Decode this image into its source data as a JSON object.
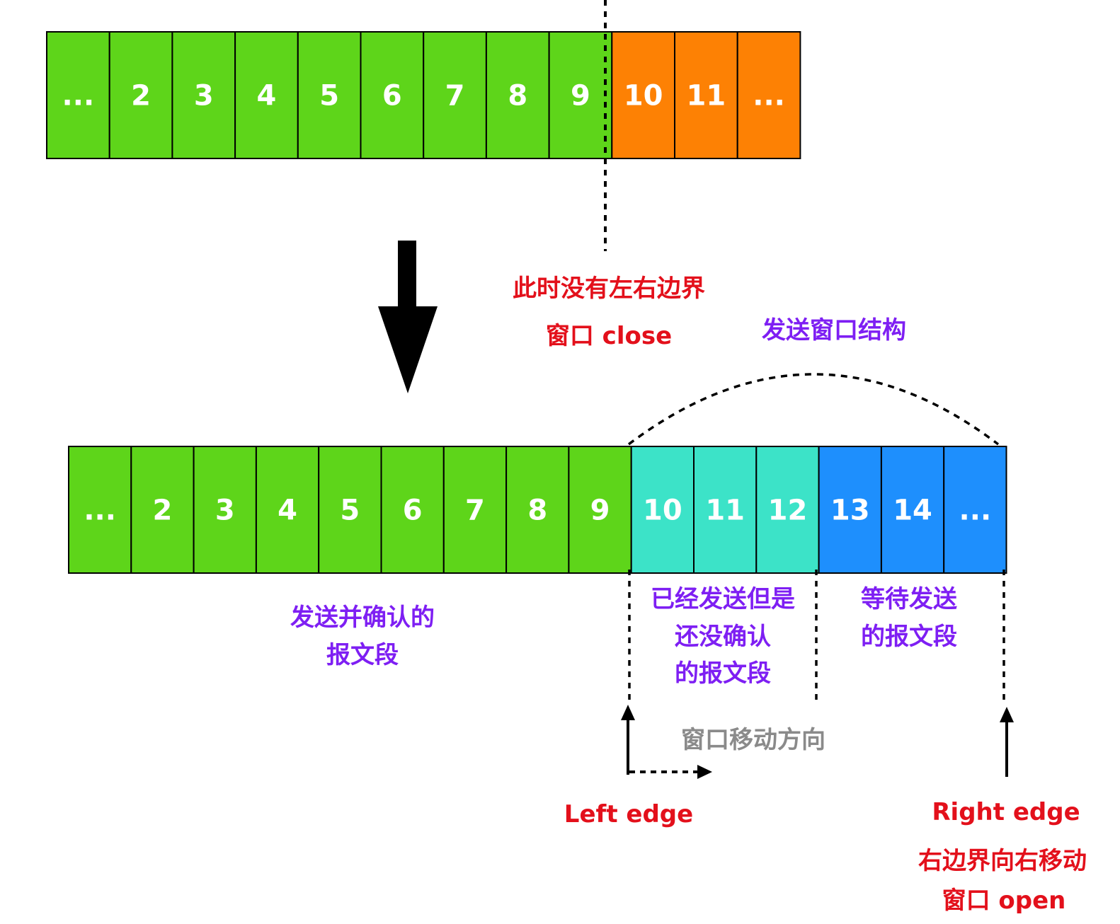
{
  "colors": {
    "green": "#5ed51a",
    "orange": "#fd8104",
    "cyan": "#3ce3c8",
    "blue": "#1e8ffd",
    "red_text": "#e3101b",
    "purple_text": "#7e1ff3",
    "gray_text": "#8a8a8a",
    "cell_text": "#ffffff"
  },
  "top_row": {
    "cells": [
      {
        "label": "...",
        "color": "green"
      },
      {
        "label": "2",
        "color": "green"
      },
      {
        "label": "3",
        "color": "green"
      },
      {
        "label": "4",
        "color": "green"
      },
      {
        "label": "5",
        "color": "green"
      },
      {
        "label": "6",
        "color": "green"
      },
      {
        "label": "7",
        "color": "green"
      },
      {
        "label": "8",
        "color": "green"
      },
      {
        "label": "9",
        "color": "green"
      },
      {
        "label": "10",
        "color": "orange"
      },
      {
        "label": "11",
        "color": "orange"
      },
      {
        "label": "...",
        "color": "orange"
      }
    ]
  },
  "bottom_row": {
    "cells": [
      {
        "label": "...",
        "color": "green"
      },
      {
        "label": "2",
        "color": "green"
      },
      {
        "label": "3",
        "color": "green"
      },
      {
        "label": "4",
        "color": "green"
      },
      {
        "label": "5",
        "color": "green"
      },
      {
        "label": "6",
        "color": "green"
      },
      {
        "label": "7",
        "color": "green"
      },
      {
        "label": "8",
        "color": "green"
      },
      {
        "label": "9",
        "color": "green"
      },
      {
        "label": "10",
        "color": "cyan"
      },
      {
        "label": "11",
        "color": "cyan"
      },
      {
        "label": "12",
        "color": "cyan"
      },
      {
        "label": "13",
        "color": "blue"
      },
      {
        "label": "14",
        "color": "blue"
      },
      {
        "label": "...",
        "color": "blue"
      }
    ]
  },
  "labels": {
    "no_boundary": "此时没有左右边界",
    "window_close": "窗口 close",
    "send_window_structure": "发送窗口结构",
    "sent_acked_line1": "发送并确认的",
    "sent_acked_line2": "报文段",
    "sent_unacked_line1": "已经发送但是",
    "sent_unacked_line2": "还没确认",
    "sent_unacked_line3": "的报文段",
    "waiting_line1": "等待发送",
    "waiting_line2": "的报文段",
    "move_direction": "窗口移动方向",
    "left_edge": "Left edge",
    "right_edge": "Right edge",
    "right_edge_moves": "右边界向右移动",
    "window_open": "窗口 open"
  }
}
